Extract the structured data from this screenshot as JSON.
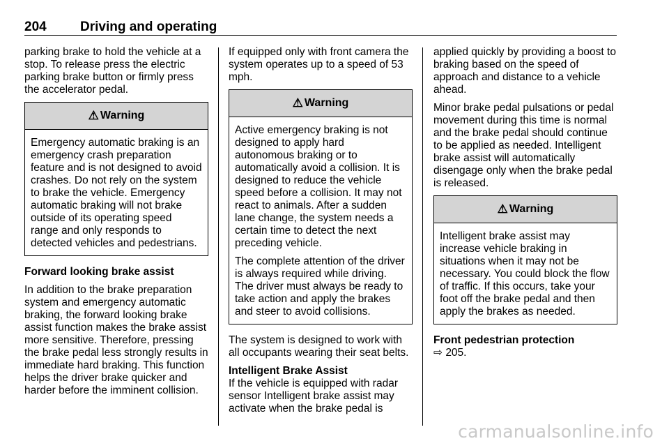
{
  "header": {
    "page_number": "204",
    "chapter_title": "Driving and operating"
  },
  "col1": {
    "intro": "parking brake to hold the vehicle at a stop. To release press the electric parking brake button or firmly press the accelerator pedal.",
    "warning": {
      "icon": "warning-triangle-icon",
      "title": "Warning",
      "text": "Emergency automatic braking is an emergency crash preparation feature and is not designed to avoid crashes. Do not rely on the system to brake the vehicle. Emergency automatic braking will not brake outside of its operating speed range and only responds to detected vehicles and pedestrians."
    },
    "heading": "Forward looking brake assist",
    "body": "In addition to the brake preparation system and emergency automatic braking, the forward looking brake assist function makes the brake assist more sensitive. Therefore, pressing the brake pedal less strongly results in immediate hard braking. This function helps the driver brake quicker and harder before the imminent collision."
  },
  "col2": {
    "intro": "If equipped only with front camera the system operates up to a speed of 53 mph.",
    "warning": {
      "icon": "warning-triangle-icon",
      "title": "Warning",
      "text1": "Active emergency braking is not designed to apply hard autonomous braking or to automatically avoid a collision. It is designed to reduce the vehicle speed before a collision. It may not react to animals. After a sudden lane change, the system needs a certain time to detect the next preceding vehicle.",
      "text2": "The complete attention of the driver is always required while driving. The driver must always be ready to take action and apply the brakes and steer to avoid collisions."
    },
    "para": "The system is designed to work with all occupants wearing their seat belts.",
    "heading": "Intelligent Brake Assist",
    "body": "If the vehicle is equipped with radar sensor Intelligent brake assist may activate when the brake pedal is"
  },
  "col3": {
    "intro": "applied quickly by providing a boost to braking based on the speed of approach and distance to a vehicle ahead.",
    "para": "Minor brake pedal pulsations or pedal movement during this time is normal and the brake pedal should continue to be applied as needed. Intelligent brake assist will automatically disengage only when the brake pedal is released.",
    "warning": {
      "icon": "warning-triangle-icon",
      "title": "Warning",
      "text": "Intelligent brake assist may increase vehicle braking in situations when it may not be necessary. You could block the flow of traffic. If this occurs, take your foot off the brake pedal and then apply the brakes as needed."
    },
    "heading": "Front pedestrian protection",
    "ref_icon": "page-reference-arrow-icon",
    "ref_text": "205."
  },
  "watermark": "carmanualsonline.info"
}
